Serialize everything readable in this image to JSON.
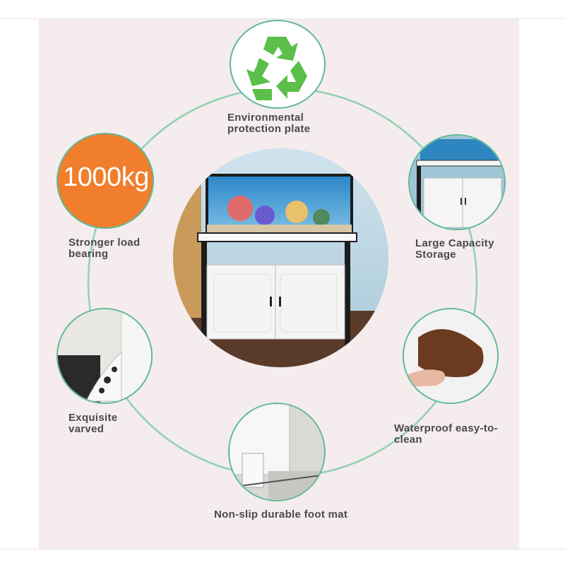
{
  "colors": {
    "ring": "#8fd0b5",
    "circle_border": "#5fb89a",
    "recycle": "#5bbf4a",
    "load_badge": "#f07e2c",
    "label_text": "#4a4a4a",
    "panel_bg": "#f4eced"
  },
  "icons": [
    "recycle-icon"
  ],
  "features": {
    "eco": "Environmental\nprotection plate",
    "load_value": "1000kg",
    "load": "Stronger load\nbearing",
    "storage": "Large Capacity\nStorage",
    "carved": "Exquisite\nvarved",
    "waterproof": "Waterproof easy-to-\nclean",
    "foot_mat": "Non-slip durable foot mat"
  }
}
